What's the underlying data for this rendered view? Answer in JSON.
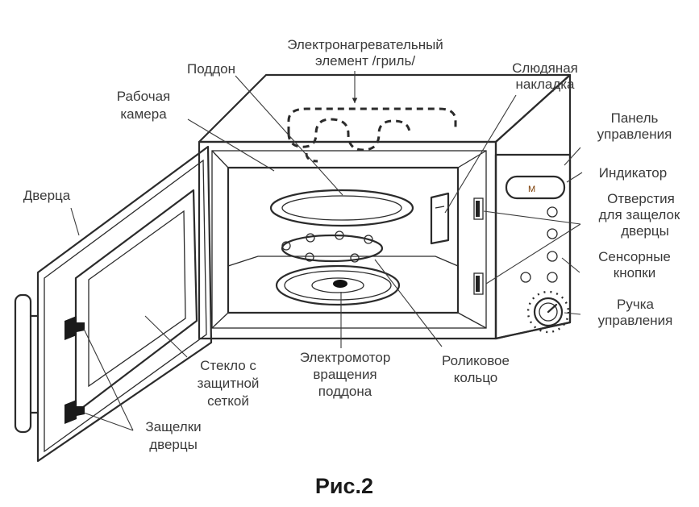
{
  "labels": {
    "heating_element_1": "Электронагревательный",
    "heating_element_2": "элемент /гриль/",
    "tray": "Поддон",
    "mica_1": "Слюдяная",
    "mica_2": "накладка",
    "chamber_1": "Рабочая",
    "chamber_2": "камера",
    "panel_1": "Панель",
    "panel_2": "управления",
    "indicator": "Индикатор",
    "door": "Дверца",
    "latch_holes_1": "Отверстия",
    "latch_holes_2": "для защелок",
    "latch_holes_3": "дверцы",
    "sensor_1": "Сенсорные",
    "sensor_2": "кнопки",
    "knob_1": "Ручка",
    "knob_2": "управления",
    "glass_1": "Стекло с",
    "glass_2": "защитной",
    "glass_3": "сеткой",
    "motor_1": "Электромотор",
    "motor_2": "вращения",
    "motor_3": "поддона",
    "roller_1": "Роликовое",
    "roller_2": "кольцо",
    "latches_1": "Защелки",
    "latches_2": "дверцы"
  },
  "caption": "Рис.2",
  "colors": {
    "line": "#2b2b2b",
    "indicator_fill": "#f0a020",
    "button_pink": "#e8a6c8",
    "tray_fill": "#cfe0f0",
    "glass_fill": "#9a9a9a",
    "body_shade": "#e6e6e6"
  }
}
